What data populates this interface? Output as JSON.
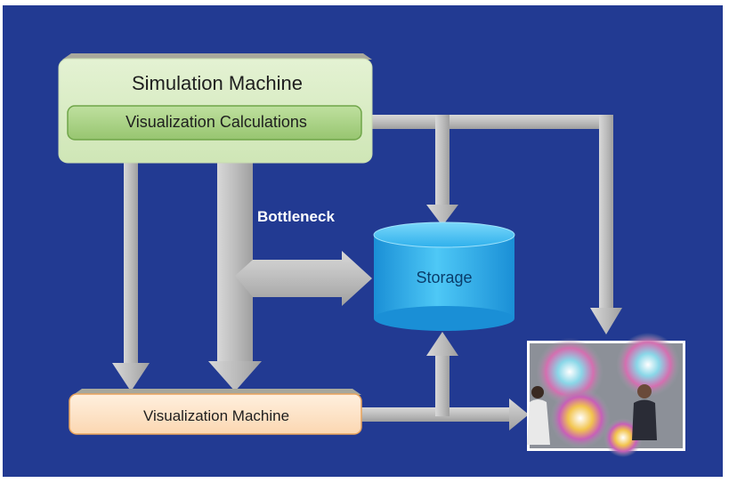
{
  "diagram": {
    "nodes": {
      "simulation_machine": {
        "label": "Simulation Machine"
      },
      "visualization_calculations": {
        "label": "Visualization Calculations"
      },
      "storage": {
        "label": "Storage"
      },
      "visualization_machine": {
        "label": "Visualization Machine"
      },
      "display_wall": {
        "image": "photo of two people in front of a large visualization display"
      }
    },
    "edge_labels": {
      "bottleneck": "Bottleneck"
    },
    "edges": [
      {
        "from": "visualization_calculations",
        "to": "storage"
      },
      {
        "from": "visualization_calculations",
        "to": "display_wall"
      },
      {
        "from": "simulation_machine",
        "to": "visualization_machine"
      },
      {
        "from": "simulation_machine",
        "to": "visualization_machine",
        "note": "wide bottleneck path"
      },
      {
        "from": "simulation_machine",
        "to": "storage",
        "note": "wide bottleneck path"
      },
      {
        "from": "visualization_machine",
        "to": "storage"
      },
      {
        "from": "visualization_machine",
        "to": "display_wall"
      }
    ],
    "colors": {
      "background": "#223a92",
      "simulation_fill": "#d9ecc4",
      "calculations_fill": "#a9d186",
      "visualization_machine_fill": "#fde3c8",
      "visualization_machine_border": "#e8a35c",
      "storage_fill": "#29b3ee",
      "arrow": "#c4c4c4"
    }
  }
}
